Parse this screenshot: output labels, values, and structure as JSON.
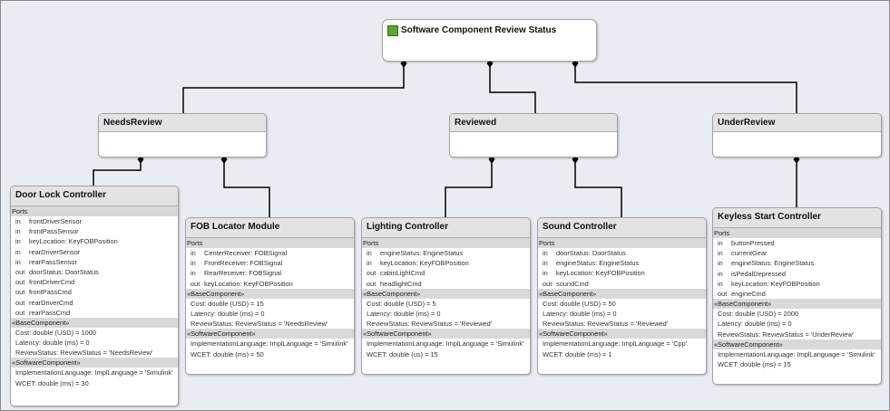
{
  "root": {
    "title": "Software Component Review Status"
  },
  "groups": [
    {
      "title": "NeedsReview"
    },
    {
      "title": "Reviewed"
    },
    {
      "title": "UnderReview"
    }
  ],
  "section_labels": {
    "ports": "Ports",
    "base": "«BaseComponent»",
    "software": "«SoftwareComponent»"
  },
  "components": [
    {
      "title": "Door Lock Controller",
      "ports": [
        {
          "dir": "in",
          "text": "frontDriverSensor"
        },
        {
          "dir": "in",
          "text": "frontPassSensor"
        },
        {
          "dir": "in",
          "text": "keyLocation: KeyFOBPosition"
        },
        {
          "dir": "in",
          "text": "rearDriverSensor"
        },
        {
          "dir": "in",
          "text": "rearPassSensor"
        },
        {
          "dir": "out",
          "text": "doorStatus: DoorStatus"
        },
        {
          "dir": "out",
          "text": "frontDriverCmd"
        },
        {
          "dir": "out",
          "text": "frontPassCmd"
        },
        {
          "dir": "out",
          "text": "rearDriverCmd"
        },
        {
          "dir": "out",
          "text": "rearPassCmd"
        }
      ],
      "base": [
        "Cost: double (USD) = 1000",
        "Latency: double (ms) = 0",
        "ReviewStatus: ReviewStatus = 'NeedsReview'"
      ],
      "software": [
        "ImplementationLanguage: ImplLanguage = 'Simulink'",
        "WCET: double (ms) = 30"
      ]
    },
    {
      "title": "FOB Locator Module",
      "ports": [
        {
          "dir": "in",
          "text": "CenterReceiver: FOBSignal"
        },
        {
          "dir": "in",
          "text": "FrontReceiver: FOBSignal"
        },
        {
          "dir": "in",
          "text": "RearReceiver: FOBSignal"
        },
        {
          "dir": "out",
          "text": "keyLocation: KeyFOBPosition"
        }
      ],
      "base": [
        "Cost: double (USD) = 15",
        "Latency: double (ms) = 0",
        "ReviewStatus: ReviewStatus = 'NeedsReview'"
      ],
      "software": [
        "ImplementationLanguage: ImplLanguage = 'Simulink'",
        "WCET: double (ms) = 50"
      ]
    },
    {
      "title": "Lighting Controller",
      "ports": [
        {
          "dir": "in",
          "text": "engineStatus: EngineStatus"
        },
        {
          "dir": "in",
          "text": "keyLocation: KeyFOBPosition"
        },
        {
          "dir": "out",
          "text": "cabinLightCmd"
        },
        {
          "dir": "out",
          "text": "headlightCmd"
        }
      ],
      "base": [
        "Cost: double (USD) = 5",
        "Latency: double (ms) = 0",
        "ReviewStatus: ReviewStatus = 'Reviewed'"
      ],
      "software": [
        "ImplementationLanguage: ImplLanguage = 'Simulink'",
        "WCET: double (us) = 15"
      ]
    },
    {
      "title": "Sound Controller",
      "ports": [
        {
          "dir": "in",
          "text": "doorStatus: DoorStatus"
        },
        {
          "dir": "in",
          "text": "engineStatus: EngineStatus"
        },
        {
          "dir": "in",
          "text": "keyLocation: KeyFOBPosition"
        },
        {
          "dir": "out",
          "text": "soundCmd"
        }
      ],
      "base": [
        "Cost: double (USD) = 50",
        "Latency: double (ms) = 0",
        "ReviewStatus: ReviewStatus = 'Reviewed'"
      ],
      "software": [
        "ImplementationLanguage: ImplLanguage = 'Cpp'",
        "WCET: double (ms) = 1"
      ]
    },
    {
      "title": "Keyless Start Controller",
      "ports": [
        {
          "dir": "in",
          "text": "buttonPressed"
        },
        {
          "dir": "in",
          "text": "currentGear"
        },
        {
          "dir": "in",
          "text": "engineStatus: EngineStatus"
        },
        {
          "dir": "in",
          "text": "isPedalDepressed"
        },
        {
          "dir": "in",
          "text": "keyLocation: KeyFOBPosition"
        },
        {
          "dir": "out",
          "text": "engineCmd"
        }
      ],
      "base": [
        "Cost: double (USD) = 2000",
        "Latency: double (ms) = 0",
        "ReviewStatus: ReviewStatus = 'UnderReview'"
      ],
      "software": [
        "ImplementationLanguage: ImplLanguage = 'Simulink'",
        "WCET: double (ms) = 15"
      ]
    }
  ]
}
